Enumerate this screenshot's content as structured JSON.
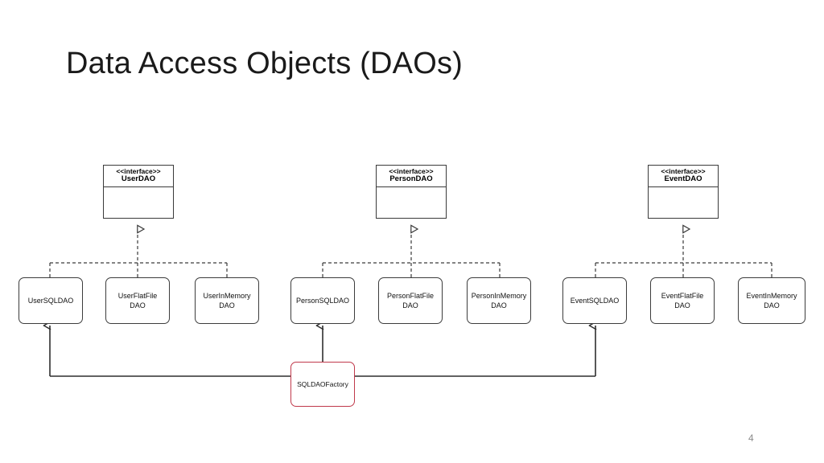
{
  "slide": {
    "title": "Data Access Objects (DAOs)",
    "number": "4"
  },
  "colors": {
    "stroke": "#3a3a3a",
    "factory_accent": "#c0394b",
    "background": "#ffffff",
    "slide_number": "#8a8a8a"
  },
  "diagram": {
    "type": "uml-class-diagram",
    "notation": {
      "realization": "dashed line with hollow triangle arrowhead",
      "association": "solid line with open arrowhead"
    },
    "interfaces": [
      {
        "stereotype": "<<interface>>",
        "name": "UserDAO"
      },
      {
        "stereotype": "<<interface>>",
        "name": "PersonDAO"
      },
      {
        "stereotype": "<<interface>>",
        "name": "EventDAO"
      }
    ],
    "groups": [
      {
        "interface": "UserDAO",
        "implementations": [
          {
            "name": "UserSQLDAO",
            "line1": "UserSQLDAO",
            "line2": ""
          },
          {
            "name": "UserFlatFileDAO",
            "line1": "UserFlatFile",
            "line2": "DAO"
          },
          {
            "name": "UserInMemoryDAO",
            "line1": "UserInMemory",
            "line2": "DAO"
          }
        ]
      },
      {
        "interface": "PersonDAO",
        "implementations": [
          {
            "name": "PersonSQLDAO",
            "line1": "PersonSQLDAO",
            "line2": ""
          },
          {
            "name": "PersonFlatFileDAO",
            "line1": "PersonFlatFile",
            "line2": "DAO"
          },
          {
            "name": "PersonInMemoryDAO",
            "line1": "PersonInMemory",
            "line2": "DAO"
          }
        ]
      },
      {
        "interface": "EventDAO",
        "implementations": [
          {
            "name": "EventSQLDAO",
            "line1": "EventSQLDAO",
            "line2": ""
          },
          {
            "name": "EventFlatFileDAO",
            "line1": "EventFlatFile",
            "line2": "DAO"
          },
          {
            "name": "EventInMemoryDAO",
            "line1": "EventInMemory",
            "line2": "DAO"
          }
        ]
      }
    ],
    "factory": {
      "name": "SQLDAOFactory",
      "connects_to": [
        "UserSQLDAO",
        "PersonSQLDAO",
        "EventSQLDAO"
      ]
    }
  }
}
